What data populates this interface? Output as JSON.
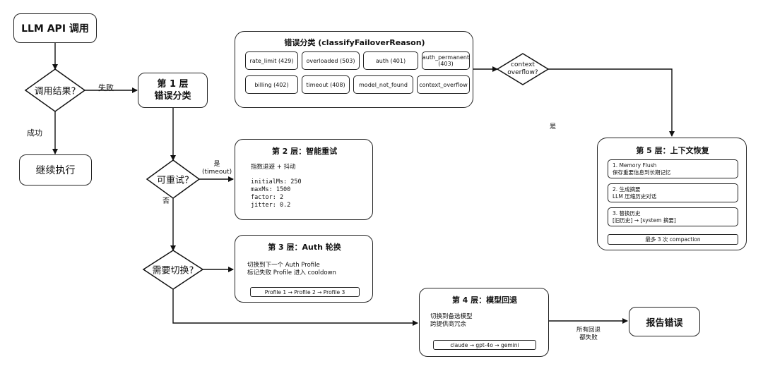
{
  "start": {
    "label": "LLM API 调用"
  },
  "decision_result": {
    "label": "调用结果?"
  },
  "edge_fail": "失败",
  "edge_success": "成功",
  "continue": {
    "label": "继续执行"
  },
  "layer1": {
    "title": "第 1 层",
    "subtitle": "错误分类"
  },
  "decision_retry": {
    "label": "可重试?"
  },
  "edge_retry_yes": "是",
  "edge_retry_yes_note": "(timeout)",
  "edge_retry_no": "否",
  "decision_switch": {
    "label": "需要切换?"
  },
  "classify": {
    "title": "错误分类 (classifyFailoverReason)",
    "reasons": [
      "rate_limit (429)",
      "overloaded (503)",
      "auth (401)",
      "auth_permanent (403)",
      "billing (402)",
      "timeout (408)",
      "model_not_found",
      "context_overflow"
    ]
  },
  "decision_context": {
    "label_line1": "context",
    "label_line2": "overflow?"
  },
  "edge_context_yes": "是",
  "layer2": {
    "title": "第 2 层：智能重试",
    "line1": "指数退避 + 抖动",
    "params": [
      "initialMs: 250",
      "maxMs: 1500",
      "factor: 2",
      "jitter: 0.2"
    ]
  },
  "layer3": {
    "title": "第 3 层：Auth 轮换",
    "line1": "切换到下一个 Auth Profile",
    "line2": "标记失败 Profile 进入 cooldown",
    "chain": "Profile 1 → Profile 2 → Profile 3"
  },
  "layer4": {
    "title": "第 4 层：模型回退",
    "line1": "切换到备选模型",
    "line2": "跨提供商冗余",
    "chain": "claude → gpt-4o → gemini"
  },
  "layer5": {
    "title": "第 5 层：上下文恢复",
    "steps": [
      {
        "line1": "1. Memory Flush",
        "line2": "保存重要信息到长期记忆"
      },
      {
        "line1": "2. 生成摘要",
        "line2": "LLM 压缩历史对话"
      },
      {
        "line1": "3. 替换历史",
        "line2": "[旧历史] → [system 摘要]"
      }
    ],
    "limit": "最多 3 次 compaction"
  },
  "edge_all_fail_line1": "所有回退",
  "edge_all_fail_line2": "都失败",
  "report": {
    "label": "报告错误"
  }
}
